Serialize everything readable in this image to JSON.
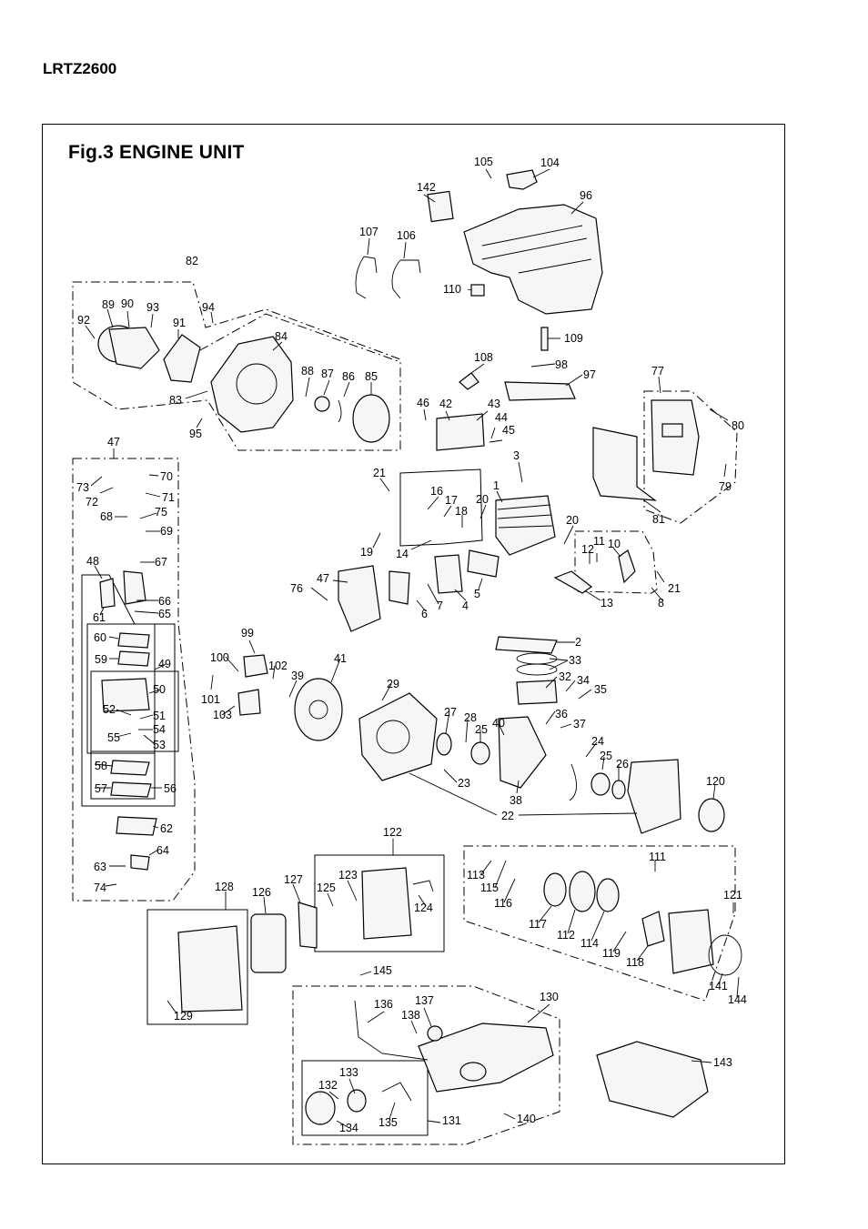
{
  "header": {
    "model": "LRTZ2600"
  },
  "figure": {
    "title": "Fig.3  ENGINE UNIT"
  },
  "labels": [
    "105",
    "104",
    "142",
    "96",
    "107",
    "106",
    "82",
    "110",
    "94",
    "89",
    "90",
    "93",
    "92",
    "91",
    "84",
    "109",
    "88",
    "87",
    "86",
    "85",
    "108",
    "98",
    "97",
    "77",
    "83",
    "46",
    "42",
    "43",
    "44",
    "45",
    "80",
    "95",
    "47",
    "3",
    "73",
    "70",
    "72",
    "71",
    "21",
    "1",
    "16",
    "17",
    "18",
    "20",
    "79",
    "68",
    "75",
    "69",
    "81",
    "20",
    "11",
    "10",
    "12",
    "19",
    "14",
    "48",
    "67",
    "21",
    "76",
    "47",
    "7",
    "4",
    "5",
    "13",
    "8",
    "66",
    "65",
    "61",
    "6",
    "99",
    "2",
    "60",
    "100",
    "102",
    "41",
    "33",
    "59",
    "49",
    "32",
    "34",
    "39",
    "50",
    "29",
    "35",
    "101",
    "103",
    "52",
    "51",
    "54",
    "55",
    "53",
    "27",
    "28",
    "36",
    "37",
    "40",
    "25",
    "24",
    "58",
    "25",
    "26",
    "57",
    "56",
    "23",
    "38",
    "120",
    "22",
    "62",
    "64",
    "122",
    "111",
    "63",
    "123",
    "125",
    "113",
    "115",
    "74",
    "128",
    "127",
    "126",
    "124",
    "116",
    "121",
    "117",
    "112",
    "114",
    "119",
    "118",
    "145",
    "141",
    "144",
    "129",
    "130",
    "137",
    "136",
    "138",
    "143",
    "133",
    "132",
    "135",
    "131",
    "140",
    "134"
  ]
}
